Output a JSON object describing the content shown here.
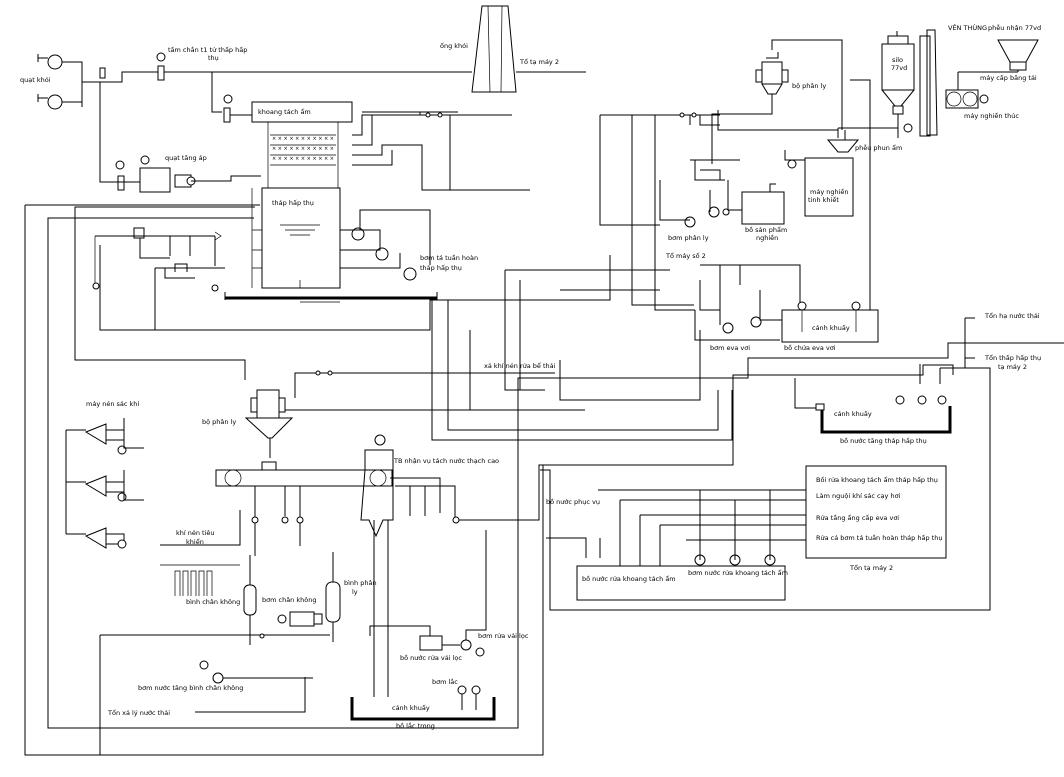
{
  "labels": {
    "quat_khoi": "quạt khói",
    "tam_chan": "tấm chắn t1 tử thấp hấp",
    "tam_chan2": "thụ",
    "ong_khoi": "ống khói",
    "to_may2_top": "Tổ tạ máy 2",
    "khoang_tach_am": "khoang tách ẩm",
    "quat_tang_ap": "quạt tăng áp",
    "thap_hap_thu": "tháp hấp thụ",
    "bom_tuan_hoan": "bơm tá tuần hoàn",
    "bom_tuan_hoan2": "tháp hấp thụ",
    "bo_phan_ly_top": "bộ phân ly",
    "bom_phan_ly": "bơm phân ly",
    "bo_san_pham": "bồ sản phẩm",
    "bo_san_pham2": "nghiền",
    "may_nghien_uot": "máy nghiền",
    "may_nghien_uot2": "tinh khiết",
    "phieu_phun_am": "phễu phun ẩm",
    "ven_thang": "VÊN THÙNG",
    "pheu_nhan": "phễu nhận 77vd",
    "silo": "silo",
    "silo2": "77vd",
    "may_cap_bang": "máy cấp băng tải",
    "may_nghien_thuc": "máy nghiền thúc",
    "to_may_so2": "Tổ máy số 2",
    "canh_khuay_mid": "cánh khuấy",
    "bom_eva": "bơm eva vơi",
    "bo_chua_eva": "bồ chứa eva vơi",
    "tan_ha_nuoc": "Tổn hạ nước thải",
    "tan_thap_hap": "Tổn thấp hấp thụ",
    "tan_thap_hap2": "tạ máy 2",
    "xa_khi": "xả khí nén rửa bể thải",
    "may_nen": "máy nén sác khí",
    "bo_phan_ly_mid": "bộ phân ly",
    "canh_khuay_right": "cánh khuấy",
    "bo_nuoc_tang": "bồ nước tăng tháp hấp thụ",
    "tb_nhan": "TB nhận vụ tách nước thạch cao",
    "bo_nuoc_phuc": "bồ nước phục vụ",
    "khi_nen": "khí nén tiêu",
    "khi_nen2": "khiển",
    "bo_nuoc_rua": "bồ nước rửa khoang tách ẩm",
    "bom_nuoc_rua": "bơm nước rửa khoang tách ẩm",
    "legend1": "Bồi rửa khoang tách ẩm tháp hấp thụ",
    "legend2": "Làm nguội khí sác cạy hơi",
    "legend3": "Rửa tầng ẩng cấp eva vơi",
    "legend4": "Rửa cá bơm tá tuần hoàn tháp hấp thụ",
    "to_may2_bottom": "Tổn tạ máy 2",
    "binh_chan_khong": "bình chân không",
    "bom_chan_khong": "bơm chân không",
    "binh_phan_ly": "bình phân",
    "binh_phan_ly2": "ly",
    "bom_rua_vai_loc": "bơm rửa vải lọc",
    "bo_nuoc_rua_vai": "bồ nước rửa vải lọc",
    "bom_nuoc_tang": "bơm nước tăng bình chân không",
    "bom_lac": "bơm lắc",
    "canh_khuay_bottom": "cánh khuấy",
    "bo_lac_trong": "bồ lắc trong",
    "ton_xa_ly": "Tổn xả lý nước thải"
  },
  "icons": [
    "fan-icon",
    "pump-icon",
    "motor-icon",
    "valve-icon",
    "mixer-icon",
    "compressor-icon"
  ]
}
